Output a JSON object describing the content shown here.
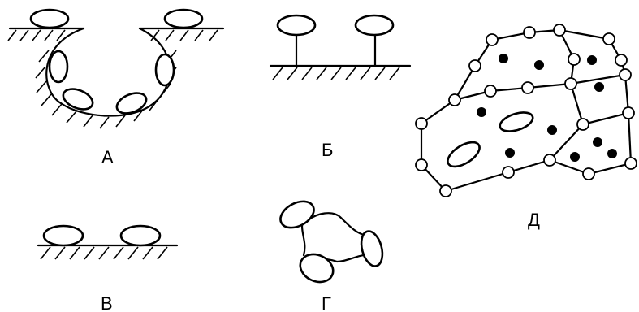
{
  "labels": {
    "a": "А",
    "b": "Б",
    "v": "В",
    "g": "Г",
    "d": "Д"
  }
}
